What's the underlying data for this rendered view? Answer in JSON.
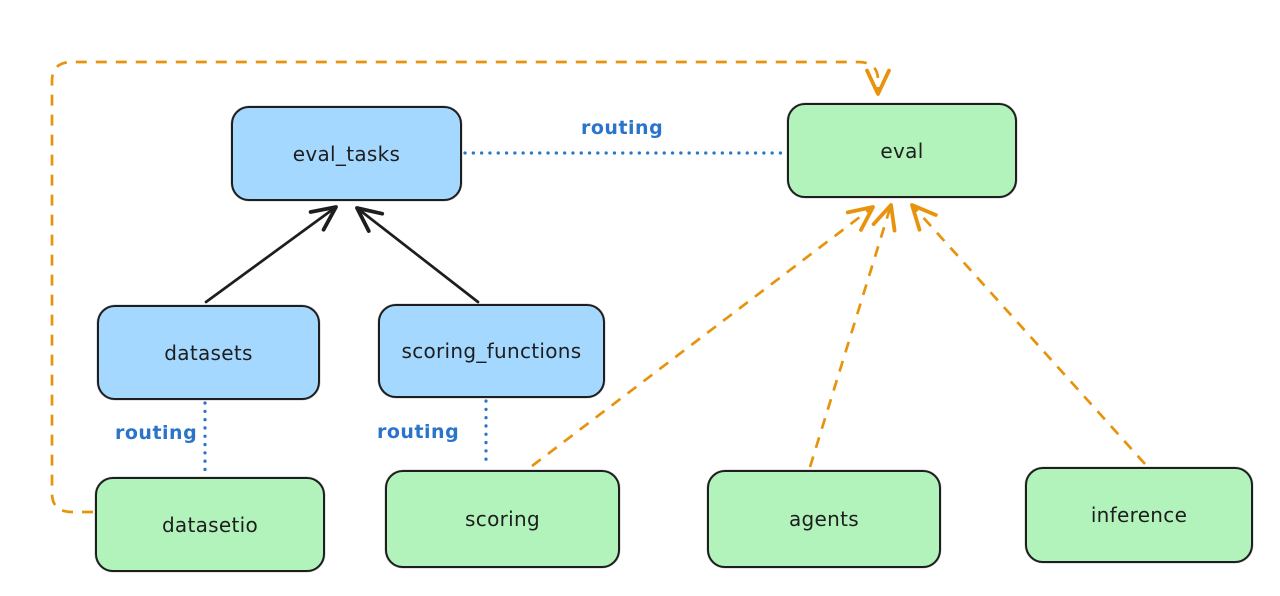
{
  "colors": {
    "resource_fill_blue": "#a5d8ff",
    "provider_fill_green": "#b2f2bb",
    "outline": "#1e1e1e",
    "routing_blue": "#2a74c9",
    "dashed_orange": "#e8930c",
    "canvas_background": "#ffffff"
  },
  "nodes": [
    {
      "id": "eval_tasks",
      "label": "eval_tasks",
      "fill": "blue"
    },
    {
      "id": "eval",
      "label": "eval",
      "fill": "green"
    },
    {
      "id": "datasets",
      "label": "datasets",
      "fill": "blue"
    },
    {
      "id": "scoring_functions",
      "label": "scoring_functions",
      "fill": "blue"
    },
    {
      "id": "datasetio",
      "label": "datasetio",
      "fill": "green"
    },
    {
      "id": "scoring",
      "label": "scoring",
      "fill": "green"
    },
    {
      "id": "agents",
      "label": "agents",
      "fill": "green"
    },
    {
      "id": "inference",
      "label": "inference",
      "fill": "green"
    }
  ],
  "edges": [
    {
      "from": "datasets",
      "to": "eval_tasks",
      "style": "solid-black-arrow",
      "label": ""
    },
    {
      "from": "scoring_functions",
      "to": "eval_tasks",
      "style": "solid-black-arrow",
      "label": ""
    },
    {
      "from": "eval_tasks",
      "to": "eval",
      "style": "dotted-blue",
      "label": "routing"
    },
    {
      "from": "datasets",
      "to": "datasetio",
      "style": "dotted-blue",
      "label": "routing"
    },
    {
      "from": "scoring_functions",
      "to": "scoring",
      "style": "dotted-blue",
      "label": "routing"
    },
    {
      "from": "datasetio",
      "to": "eval",
      "style": "dashed-orange-arrow",
      "label": ""
    },
    {
      "from": "scoring",
      "to": "eval",
      "style": "dashed-orange-arrow",
      "label": ""
    },
    {
      "from": "agents",
      "to": "eval",
      "style": "dashed-orange-arrow",
      "label": ""
    },
    {
      "from": "inference",
      "to": "eval",
      "style": "dashed-orange-arrow",
      "label": ""
    }
  ]
}
